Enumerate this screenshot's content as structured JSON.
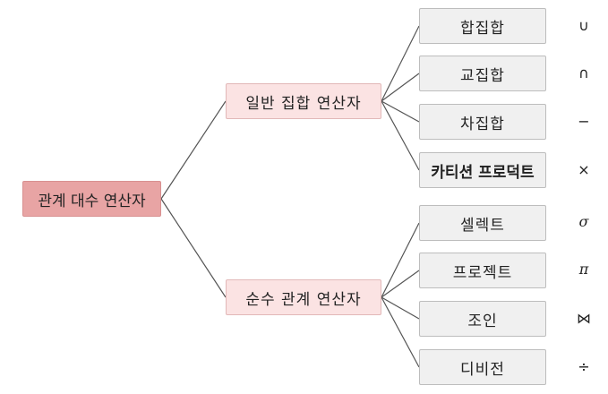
{
  "root": {
    "label": "관계 대수 연산자"
  },
  "groups": [
    {
      "label": "일반 집합 연산자",
      "items": [
        {
          "label": "합집합",
          "symbol": "∪"
        },
        {
          "label": "교집합",
          "symbol": "∩"
        },
        {
          "label": "차집합",
          "symbol": "−"
        },
        {
          "label": "카티션 프로덕트",
          "symbol": "×",
          "emphasized": true
        }
      ]
    },
    {
      "label": "순수 관계 연산자",
      "items": [
        {
          "label": "셀렉트",
          "symbol": "σ"
        },
        {
          "label": "프로젝트",
          "symbol": "π"
        },
        {
          "label": "조인",
          "symbol": "⋈"
        },
        {
          "label": "디비전",
          "symbol": "÷"
        }
      ]
    }
  ],
  "colors": {
    "root_fill": "#e8a4a4",
    "group_fill": "#fbe3e3",
    "leaf_fill": "#f0f0f0",
    "line": "#555555"
  }
}
